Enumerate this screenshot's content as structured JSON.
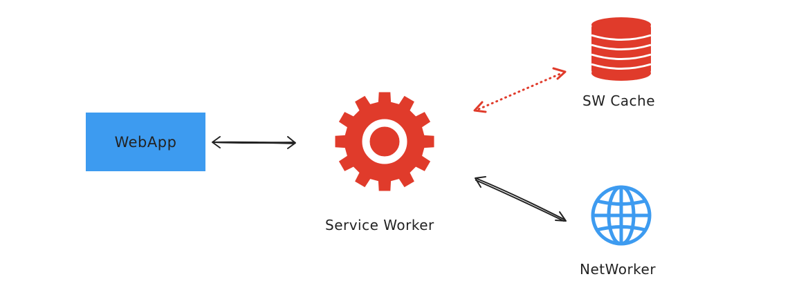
{
  "nodes": {
    "webapp": {
      "label": "WebApp",
      "color": "#3d9bf0"
    },
    "service_worker": {
      "label": "Service Worker",
      "icon": "gear-icon",
      "color": "#e03b2b"
    },
    "sw_cache": {
      "label": "SW Cache",
      "icon": "database-icon",
      "color": "#e03b2b"
    },
    "network": {
      "label": "NetWorker",
      "icon": "globe-icon",
      "color": "#3d9bf0"
    }
  },
  "edges": [
    {
      "from": "webapp",
      "to": "service_worker",
      "style": "solid",
      "direction": "bidirectional",
      "color": "#222222"
    },
    {
      "from": "service_worker",
      "to": "sw_cache",
      "style": "dotted",
      "direction": "bidirectional",
      "color": "#e03b2b"
    },
    {
      "from": "service_worker",
      "to": "network",
      "style": "solid",
      "direction": "bidirectional",
      "color": "#222222"
    }
  ]
}
